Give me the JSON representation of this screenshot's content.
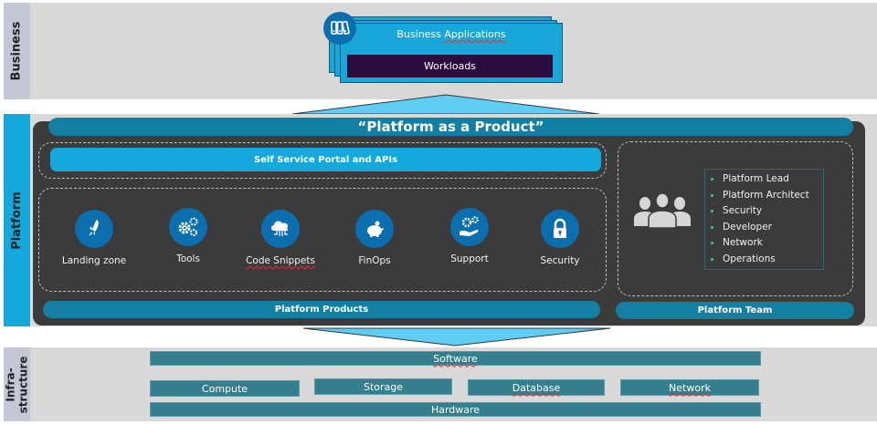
{
  "layers": {
    "business": "Business",
    "platform": "Platform",
    "infrastructure_line1": "Infra-",
    "infrastructure_line2": "structure"
  },
  "business": {
    "app_title_prefix": "Business ",
    "app_title_word": "Applications",
    "workloads": "Workloads",
    "icon": "binders-icon"
  },
  "platform": {
    "headline": "“Platform as a Product”",
    "portal": "Self Service Portal and APIs",
    "products_label": "Platform Products",
    "team_label": "Platform Team",
    "products": [
      {
        "label": "Landing zone",
        "icon": "rocket-icon"
      },
      {
        "label": "Tools",
        "icon": "gears-icon"
      },
      {
        "label": "Code Snippets",
        "icon": "cloud-icon"
      },
      {
        "label": "FinOps",
        "icon": "piggy-bank-icon"
      },
      {
        "label": "Support",
        "icon": "hand-gears-icon"
      },
      {
        "label": "Security",
        "icon": "lock-icon"
      }
    ],
    "team": [
      "Platform Lead",
      "Platform Architect",
      "Security",
      "Developer",
      "Network",
      "Operations"
    ],
    "team_icon": "people-group-icon"
  },
  "infrastructure": {
    "software": "Software",
    "compute": "Compute",
    "storage": "Storage",
    "database": "Database",
    "network": "Network",
    "hardware": "Hardware"
  },
  "colors": {
    "band": "#d9d9d9",
    "platform_label": "#13a9dd",
    "platform_bg": "#3b3b3b",
    "accent_dark": "#137fa3",
    "accent_light": "#13a9dd",
    "workloads": "#2c0c3e",
    "infra_bar": "#347e8e",
    "icon_circle": "#0b6eaf"
  }
}
